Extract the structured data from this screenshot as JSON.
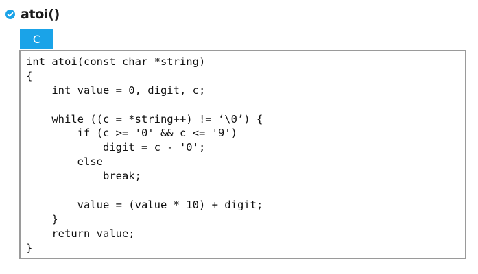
{
  "section": {
    "title": "atoi()",
    "icon": "check-circle-icon",
    "accent_color": "#1aa3e8"
  },
  "tabs": [
    {
      "label": "C",
      "active": true
    }
  ],
  "code": {
    "lines": [
      "int atoi(const char *string)",
      "{",
      "    int value = 0, digit, c;",
      "",
      "    while ((c = *string++) != ‘\\0’) {",
      "        if (c >= '0' && c <= '9')",
      "            digit = c - '0';",
      "        else",
      "            break;",
      "",
      "        value = (value * 10) + digit;",
      "    }",
      "    return value;",
      "}"
    ]
  }
}
